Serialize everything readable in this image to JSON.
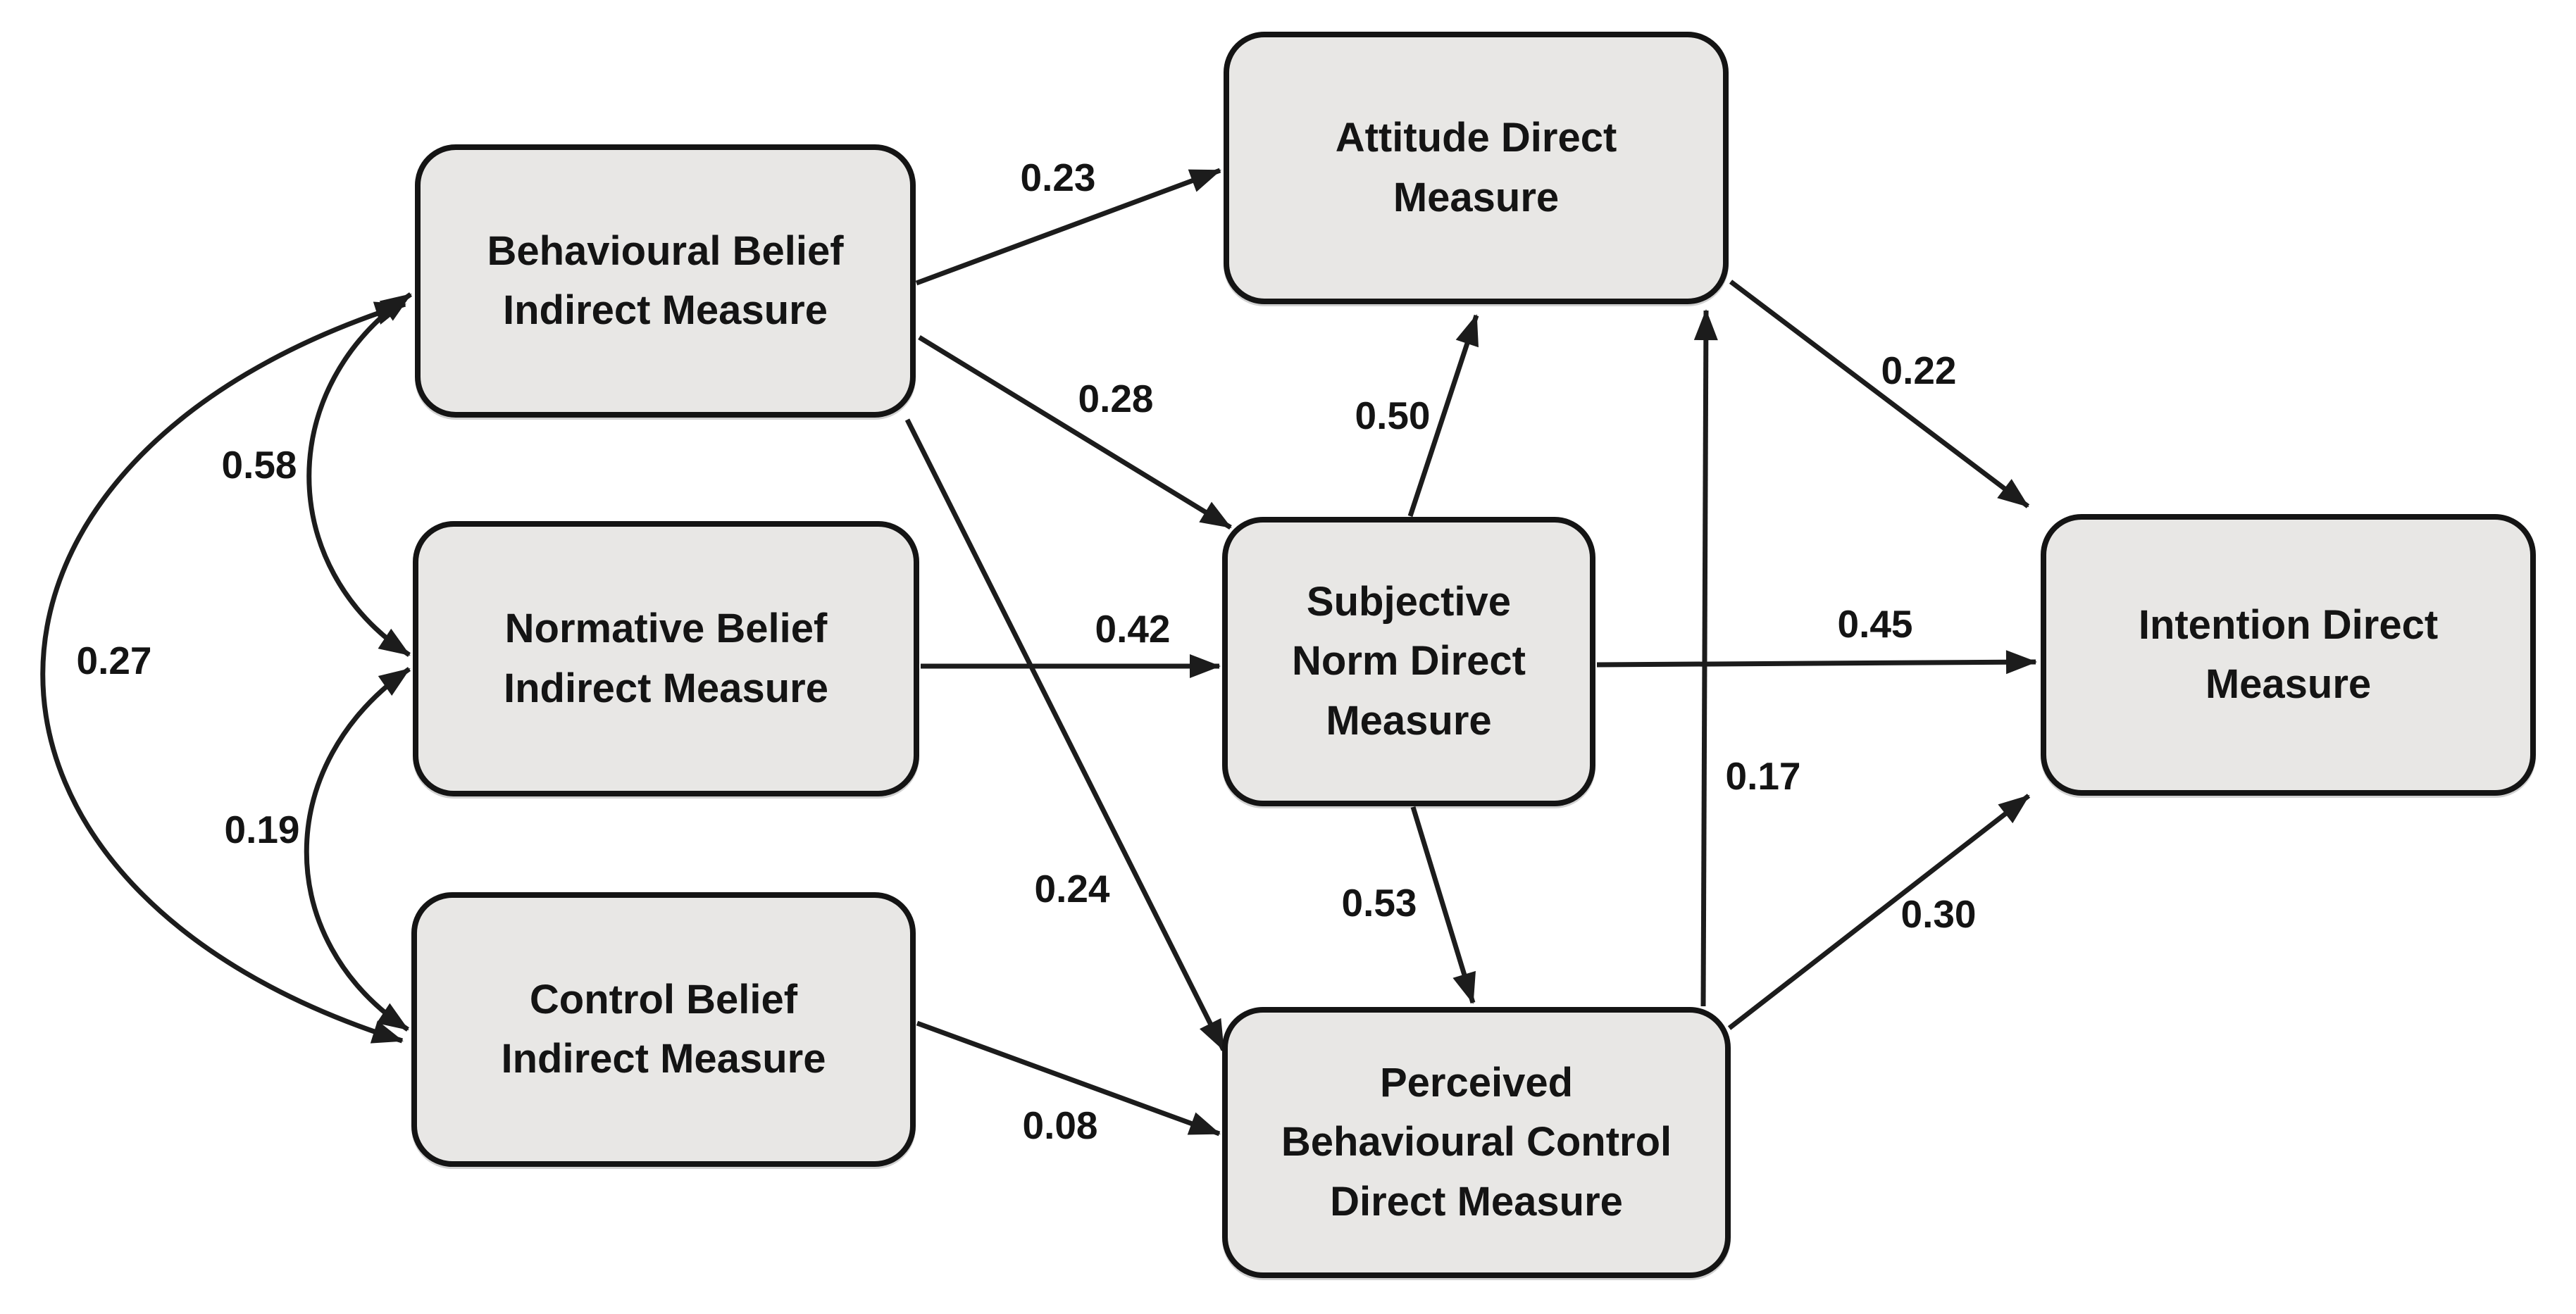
{
  "diagram": {
    "type": "path-model",
    "background": "#ffffff",
    "colors": {
      "node_fill": "#e8e7e5",
      "node_border": "#141414",
      "arrow": "#1c1c1c",
      "text": "#141414"
    },
    "nodes": [
      {
        "id": "bb",
        "label": "Behavioural Belief\nIndirect Measure"
      },
      {
        "id": "nb",
        "label": "Normative Belief\nIndirect Measure"
      },
      {
        "id": "cb",
        "label": "Control Belief\nIndirect Measure"
      },
      {
        "id": "att",
        "label": "Attitude Direct\nMeasure"
      },
      {
        "id": "sn",
        "label": "Subjective\nNorm Direct\nMeasure"
      },
      {
        "id": "pbc",
        "label": "Perceived\nBehavioural Control\nDirect Measure"
      },
      {
        "id": "int",
        "label": "Intention Direct\nMeasure"
      }
    ],
    "paths": [
      {
        "from": "bb",
        "to": "att",
        "type": "direct",
        "value": "0.23"
      },
      {
        "from": "bb",
        "to": "sn",
        "type": "direct",
        "value": "0.28"
      },
      {
        "from": "bb",
        "to": "pbc",
        "type": "direct",
        "value": "0.24"
      },
      {
        "from": "nb",
        "to": "sn",
        "type": "direct",
        "value": "0.42"
      },
      {
        "from": "cb",
        "to": "pbc",
        "type": "direct",
        "value": "0.08"
      },
      {
        "from": "sn",
        "to": "att",
        "type": "direct",
        "value": "0.50"
      },
      {
        "from": "sn",
        "to": "pbc",
        "type": "direct",
        "value": "0.53"
      },
      {
        "from": "pbc",
        "to": "att",
        "type": "direct",
        "value": "0.17"
      },
      {
        "from": "sn",
        "to": "int",
        "type": "direct",
        "value": "0.45"
      },
      {
        "from": "att",
        "to": "int",
        "type": "direct",
        "value": "0.22"
      },
      {
        "from": "pbc",
        "to": "int",
        "type": "direct",
        "value": "0.30"
      },
      {
        "from": "bb",
        "to": "nb",
        "type": "correlation",
        "value": "0.58"
      },
      {
        "from": "nb",
        "to": "cb",
        "type": "correlation",
        "value": "0.19"
      },
      {
        "from": "bb",
        "to": "cb",
        "type": "correlation",
        "value": "0.27"
      }
    ]
  }
}
